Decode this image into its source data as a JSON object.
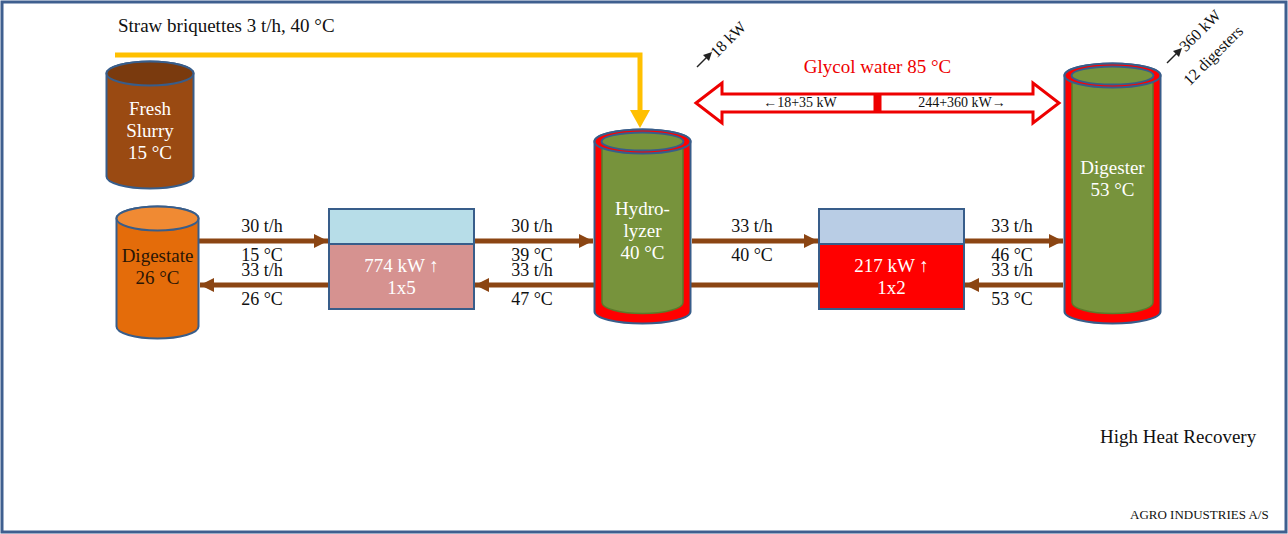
{
  "diagram": {
    "nodes": [
      {
        "text": [
          "Fresh Slurry",
          "15 °C"
        ]
      },
      {
        "text": [
          "Digestate",
          "26 °C"
        ]
      },
      {
        "text": [
          "774 kW ↑",
          "1x5"
        ]
      },
      {
        "text": [
          "Hydro- lyzer",
          "40 °C"
        ]
      },
      {
        "text": [
          "217 kW ↑",
          "1x2"
        ]
      },
      {
        "text": [
          "Digester",
          "53 °C"
        ]
      }
    ],
    "edges": [
      {
        "from": 0,
        "to": 2,
        "arrow": "to"
      },
      {
        "from": 2,
        "to": 3,
        "arrow": "to"
      },
      {
        "from": 3,
        "to": 4,
        "arrow": "to"
      },
      {
        "from": 4,
        "to": 5,
        "arrow": "to"
      },
      {
        "from": 5,
        "to": 4,
        "arrow": "to"
      },
      {
        "from": 4,
        "to": 2,
        "arrow": "to"
      },
      {
        "from": 2,
        "to": 1,
        "arrow": "to"
      },
      {
        "from": 3,
        "to": 5,
        "label": "Glycol water 85 °C",
        "arrow": "both"
      }
    ],
    "labels": [
      "Straw briquettes 3 t/h, 40 °C",
      "18 kW",
      "←18+35 kW",
      "244+360 kW→",
      "360 kW",
      "12 digesters",
      "30 t/h",
      "15 °C",
      "30 t/h",
      "39 °C",
      "33 t/h",
      "40 °C",
      "33 t/h",
      "46 °C",
      "33 t/h",
      "26 °C",
      "33 t/h",
      "47 °C",
      "33 t/h",
      "53 °C",
      "High Heat Recovery",
      "AGRO INDUSTRIES A/S"
    ]
  }
}
